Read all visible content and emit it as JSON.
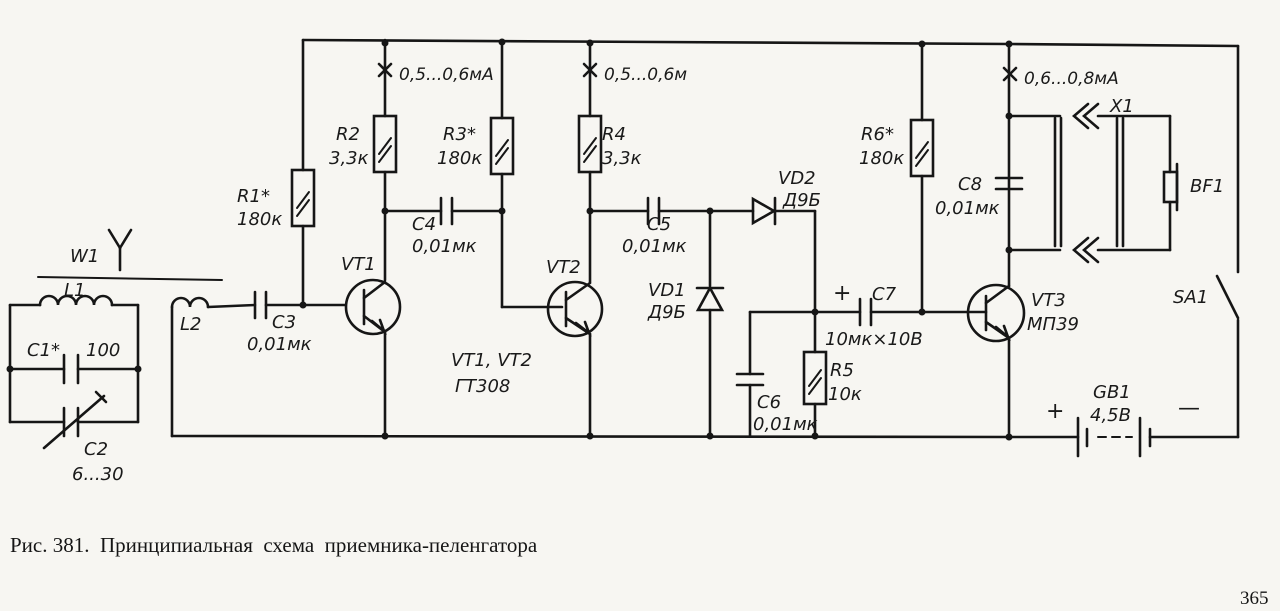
{
  "labels": {
    "W1": "W1",
    "L1": "L1",
    "L2": "L2",
    "C1": "C1*",
    "C1_value": "100",
    "C2": "C2",
    "C2_value": "6...30",
    "C3": "C3",
    "C3_value": "0,01мк",
    "R1": "R1*",
    "R1_value": "180к",
    "VT1": "VT1",
    "R2": "R2",
    "R2_value": "3,3к",
    "I1": "0,5...0,6мА",
    "C4": "C4",
    "C4_value": "0,01мк",
    "R3": "R3*",
    "R3_value": "180к",
    "VT2": "VT2",
    "VT_note": "VT1, VT2",
    "VT_type": "ГТ308",
    "R4": "R4",
    "R4_value": "3,3к",
    "I2": "0,5...0,6м",
    "C5": "C5",
    "C5_value": "0,01мк",
    "VD1": "VD1",
    "VD1_type": "Д9Б",
    "VD2": "VD2",
    "VD2_type": "Д9Б",
    "C6": "C6",
    "C6_value": "0,01мк",
    "C7": "C7",
    "C7_value": "10мк×10В",
    "plus_C7": "+",
    "R5": "R5",
    "R5_value": "10к",
    "R6": "R6*",
    "R6_value": "180к",
    "VT3": "VT3",
    "VT3_type": "МП39",
    "I3": "0,6...0,8мА",
    "C8": "C8",
    "C8_value": "0,01мк",
    "X1": "X1",
    "BF1": "BF1",
    "SA1": "SA1",
    "GB1": "GB1",
    "GB1_value": "4,5В",
    "bat_plus": "+",
    "bat_minus": "—"
  },
  "caption": "Рис. 381.  Принципиальная  схема  приемника-пеленгатора",
  "page_number": "365"
}
